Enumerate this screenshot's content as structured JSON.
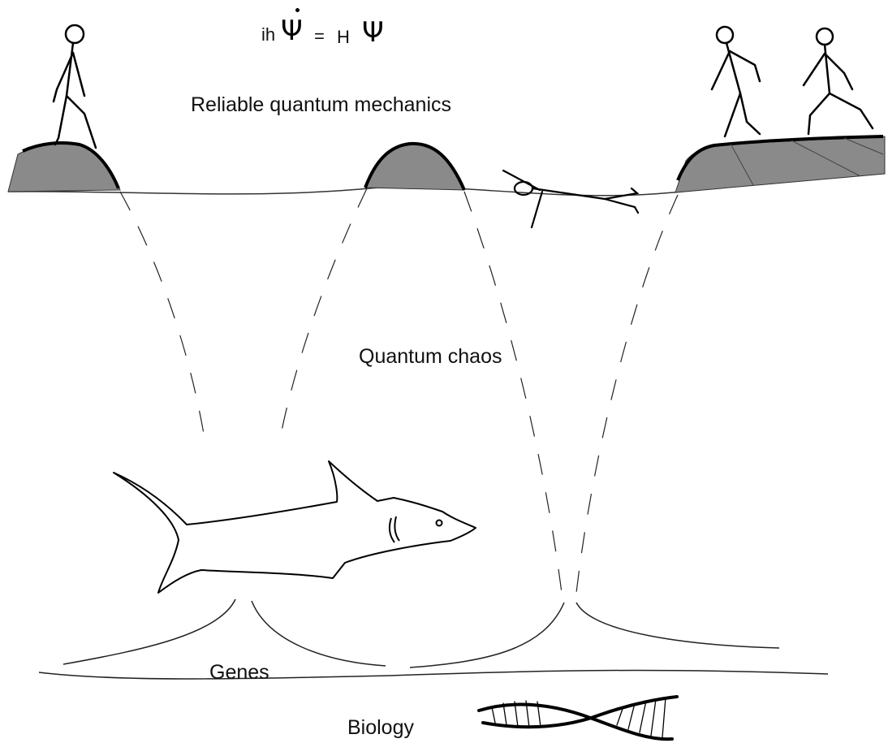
{
  "equation": {
    "prefix": "ih",
    "psi_dot": "Ψ",
    "equals": "=",
    "operator": "H",
    "psi": "Ψ"
  },
  "labels": {
    "reliable": "Reliable quantum mechanics",
    "chaos": "Quantum chaos",
    "genes": "Genes",
    "biology": "Biology"
  },
  "figures": {
    "left_walker": "stick-figure-walking",
    "right_walkers": "stick-figures-walking",
    "swimmer": "stick-figure-swimming",
    "shark": "shark",
    "dna": "dna-double-helix"
  },
  "colors": {
    "island_fill": "#8a8a8a",
    "ink": "#111111"
  }
}
